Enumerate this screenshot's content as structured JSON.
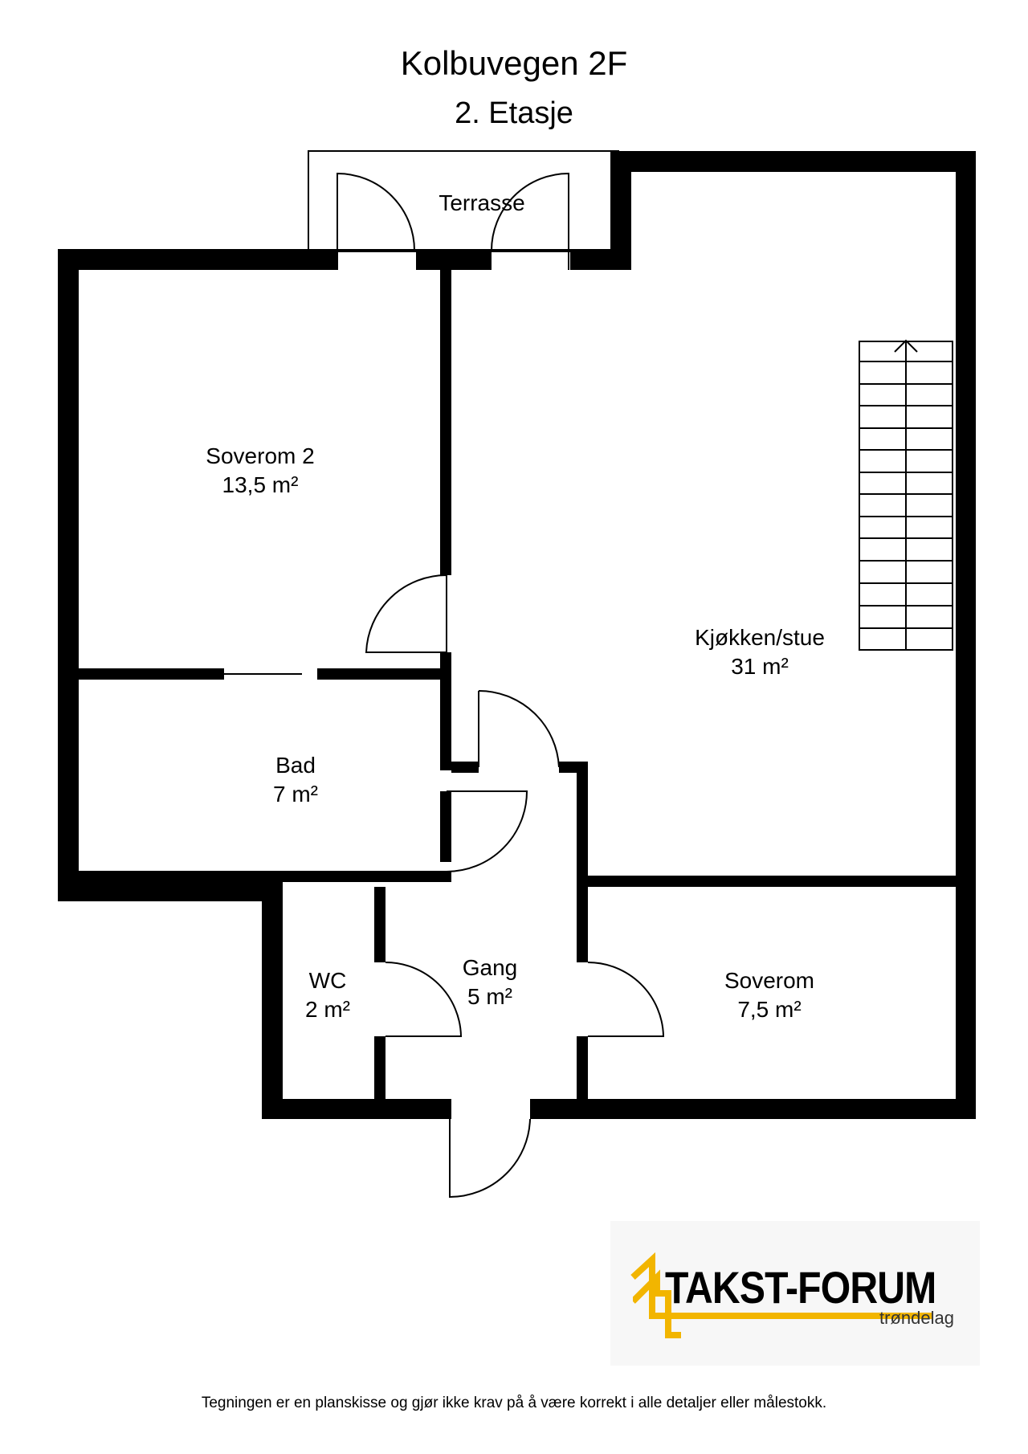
{
  "header": {
    "title": "Kolbuvegen 2F",
    "subtitle": "2. Etasje"
  },
  "rooms": {
    "terrasse": {
      "name": "Terrasse",
      "area": ""
    },
    "soverom2": {
      "name": "Soverom 2",
      "area": "13,5 m²"
    },
    "kjokken": {
      "name": "Kjøkken/stue",
      "area": "31 m²"
    },
    "bad": {
      "name": "Bad",
      "area": "7 m²"
    },
    "wc": {
      "name": "WC",
      "area": "2 m²"
    },
    "gang": {
      "name": "Gang",
      "area": "5 m²"
    },
    "soverom": {
      "name": "Soverom",
      "area": "7,5 m²"
    }
  },
  "logo": {
    "name": "TAKST-FORUM",
    "region": "trøndelag",
    "accent_color": "#f2b500"
  },
  "footer": {
    "disclaimer": "Tegningen er en planskisse og gjør ikke krav på å være korrekt i alle detaljer eller målestokk."
  }
}
